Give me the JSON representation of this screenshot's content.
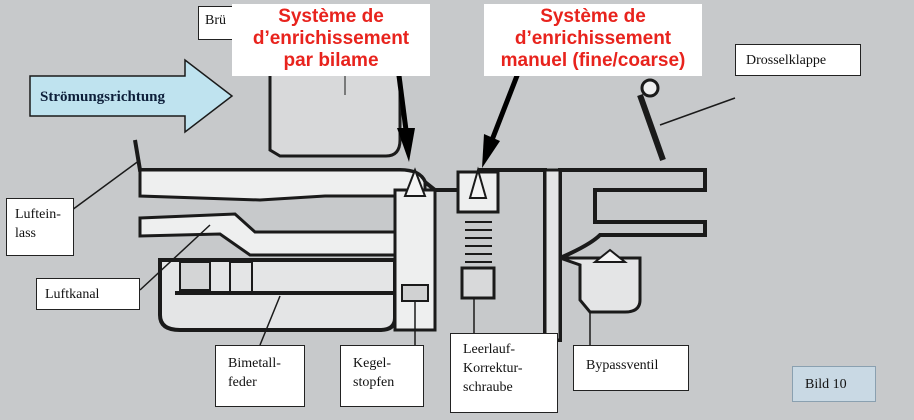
{
  "labels": {
    "bru": "Brü",
    "drosselklappe": "Drosselklappe",
    "stroemungsrichtung": "Strömungsrichtung",
    "lufteinlass_1": "Luftein-",
    "lufteinlass_2": "lass",
    "luftkanal": "Luftkanal",
    "bimetall_1": "Bimetall-",
    "bimetall_2": "feder",
    "kegel_1": "Kegel-",
    "kegel_2": "stopfen",
    "leerlauf_1": "Leerlauf-",
    "leerlauf_2": "Korrektur-",
    "leerlauf_3": "schraube",
    "bypass": "Bypassventil",
    "bild": "Bild 10"
  },
  "callouts": {
    "bilame_1": "Système de",
    "bilame_2": "d’enrichissement",
    "bilame_3": "par bilame",
    "manuel_1": "Système de",
    "manuel_2": "d’enrichissement",
    "manuel_3": "manuel (fine/coarse)"
  },
  "colors": {
    "background": "#c7c9cb",
    "callout_text": "#e8231d",
    "flow_arrow": "#bfe3ef",
    "body_fill": "#eeefef",
    "outline": "#1a1a1a"
  }
}
